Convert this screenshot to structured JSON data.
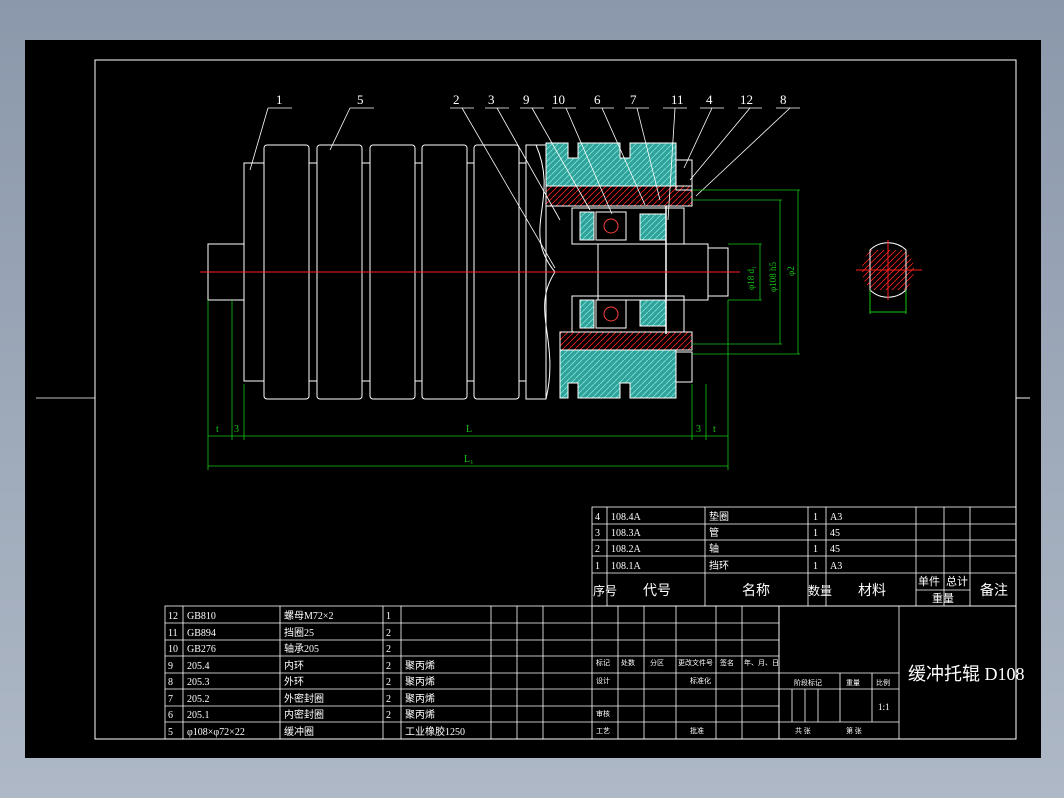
{
  "drawing": {
    "title": "缓冲托辊 D108",
    "balloons": [
      "1",
      "5",
      "2",
      "3",
      "9",
      "10",
      "6",
      "7",
      "11",
      "4",
      "12",
      "8"
    ],
    "dims": {
      "t": "t",
      "three": "3",
      "L": "L",
      "L1": "L₁",
      "d_shaft": "φ18 d₁",
      "d_bore": "φ108 h5",
      "d_outer": "φ2"
    }
  },
  "title_block": {
    "upper_rows": [
      {
        "no": "4",
        "code": "108.4A",
        "name": "垫圈",
        "qty": "1",
        "material": "A3"
      },
      {
        "no": "3",
        "code": "108.3A",
        "name": "管",
        "qty": "1",
        "material": "45"
      },
      {
        "no": "2",
        "code": "108.2A",
        "name": "轴",
        "qty": "1",
        "material": "45"
      },
      {
        "no": "1",
        "code": "108.1A",
        "name": "挡环",
        "qty": "1",
        "material": "A3"
      }
    ],
    "upper_header": {
      "no": "序号",
      "code": "代号",
      "name": "名称",
      "qty": "数量",
      "material": "材料",
      "unit": "单件",
      "total": "总计",
      "weight": "重量",
      "remark": "备注"
    },
    "lower_rows": [
      {
        "no": "12",
        "code": "GB810",
        "name": "螺母M72×2",
        "qty": "1",
        "material": ""
      },
      {
        "no": "11",
        "code": "GB894",
        "name": "挡圈25",
        "qty": "2",
        "material": ""
      },
      {
        "no": "10",
        "code": "GB276",
        "name": "轴承205",
        "qty": "2",
        "material": ""
      },
      {
        "no": "9",
        "code": "205.4",
        "name": "内环",
        "qty": "2",
        "material": "聚丙烯"
      },
      {
        "no": "8",
        "code": "205.3",
        "name": "外环",
        "qty": "2",
        "material": "聚丙烯"
      },
      {
        "no": "7",
        "code": "205.2",
        "name": "外密封圈",
        "qty": "2",
        "material": "聚丙烯"
      },
      {
        "no": "6",
        "code": "205.1",
        "name": "内密封圈",
        "qty": "2",
        "material": "聚丙烯"
      },
      {
        "no": "5",
        "code": "φ108×φ72×22",
        "name": "缓冲圈",
        "qty": "",
        "material": "工业橡胶1250"
      }
    ],
    "sign_labels": {
      "mark": "标记",
      "count": "处数",
      "zone": "分区",
      "docno": "更改文件号",
      "sign": "签名",
      "date": "年、月、日",
      "design": "设计",
      "standard": "标准化",
      "check": "审核",
      "process": "工艺",
      "approve": "批准",
      "stage": "阶段标记",
      "weight": "重量",
      "scale": "比例",
      "sheets": "共 张",
      "sheet": "第 张",
      "scale_value": "1:1"
    }
  },
  "colors": {
    "background": "#000000",
    "line": "#ffffff",
    "dimension": "#14c814",
    "center": "#ff2020",
    "hatch": "#2fa39a",
    "outer": "#8b98ab"
  }
}
